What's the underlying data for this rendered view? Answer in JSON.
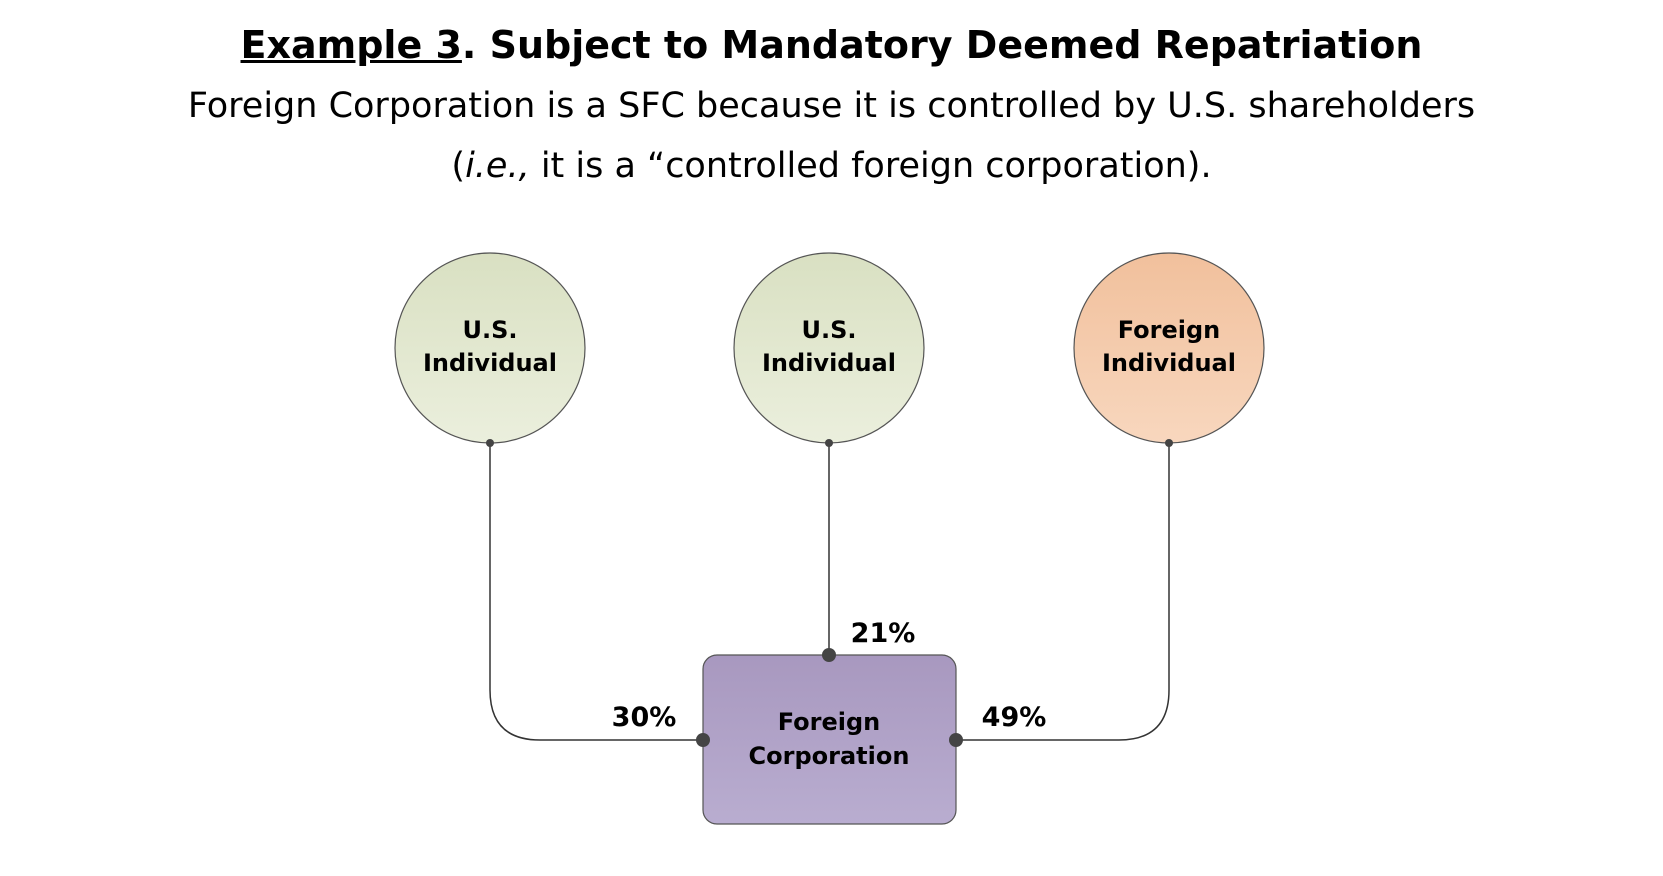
{
  "header": {
    "title_underlined": "Example 3",
    "title_rest": ". Subject to Mandatory Deemed Repatriation",
    "subtitle_line1": "Foreign Corporation is a SFC because it is controlled by U.S. shareholders",
    "subtitle_line2_open": "(",
    "subtitle_line2_italic": "i.e.,",
    "subtitle_line2_rest": " it is a “controlled foreign corporation)."
  },
  "nodes": {
    "us_individual_1": {
      "line1": "U.S.",
      "line2": "Individual"
    },
    "us_individual_2": {
      "line1": "U.S.",
      "line2": "Individual"
    },
    "foreign_individual": {
      "line1": "Foreign",
      "line2": "Individual"
    },
    "foreign_corporation": {
      "line1": "Foreign",
      "line2": "Corporation"
    }
  },
  "ownership": {
    "us_individual_1": "30%",
    "us_individual_2": "21%",
    "foreign_individual": "49%"
  },
  "colors": {
    "us_individual_fill": "#e2e8cf",
    "foreign_individual_fill": "#f4c7a4",
    "corporation_fill": "#ab9ec4",
    "outline": "#333333"
  }
}
